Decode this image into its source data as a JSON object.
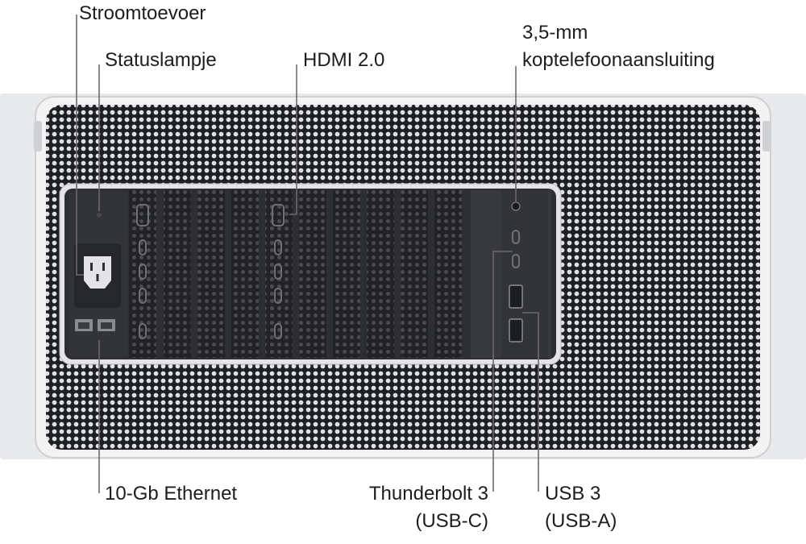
{
  "labels": {
    "power": "Stroomtoevoer",
    "status_light": "Statuslampje",
    "hdmi": "HDMI 2.0",
    "headphone_line1": "3,5-mm",
    "headphone_line2": "koptelefoonaansluiting",
    "ethernet": "10-Gb Ethernet",
    "thunderbolt_line1": "Thunderbolt 3",
    "thunderbolt_line2": "(USB-C)",
    "usb_line1": "USB 3",
    "usb_line2": "(USB-A)"
  },
  "colors": {
    "chassis": "#e6e7e9",
    "grille": "#1f2023",
    "panel": "#2e2f33",
    "leader": "#6b6b6e",
    "text": "#1d1d1f"
  }
}
